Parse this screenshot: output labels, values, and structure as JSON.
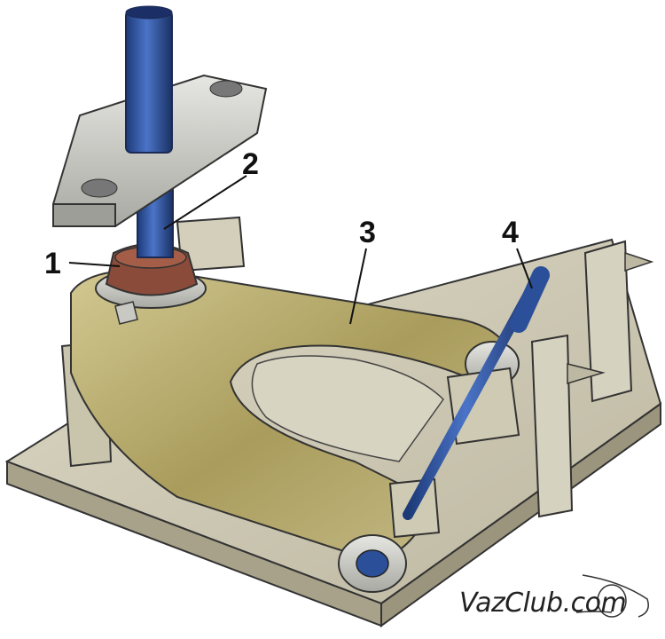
{
  "callouts": [
    {
      "id": "1",
      "label": "1"
    },
    {
      "id": "2",
      "label": "2"
    },
    {
      "id": "3",
      "label": "3"
    },
    {
      "id": "4",
      "label": "4"
    }
  ],
  "watermark": "VazClub.com",
  "colors": {
    "plate": "#cfcab4",
    "arm": "#b8ad7a",
    "blue": "#2c4f9a",
    "boot": "#8a4b3a",
    "steel": "#c9c9c4"
  }
}
